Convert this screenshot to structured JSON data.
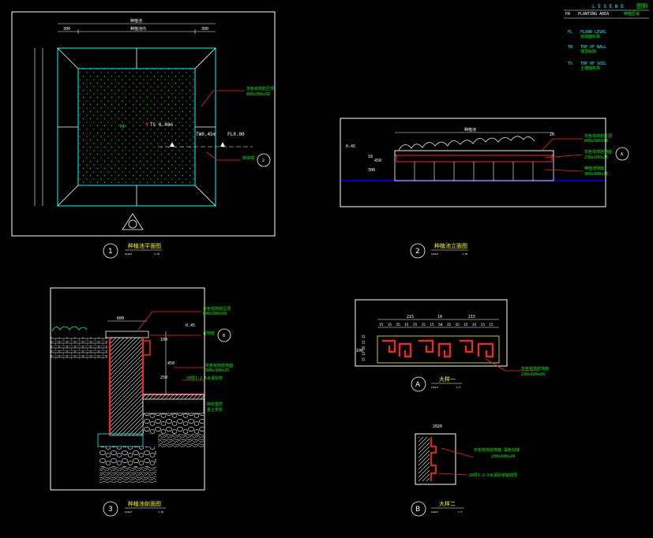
{
  "legend": {
    "title": "L E G E N D",
    "title_cn": "图例",
    "items": [
      {
        "code": "PA",
        "en": "PLANTING AREA",
        "cn": "种植区域"
      },
      {
        "code": "FL",
        "en": "FLOOR LEVEL",
        "cn": "完成面标高"
      },
      {
        "code": "TW",
        "en": "TOP OF WALL",
        "cn": "墙顶标高"
      },
      {
        "code": "TS",
        "en": "TOP OF SOIL",
        "cn": "土壤面标高"
      }
    ]
  },
  "plan": {
    "dims": {
      "total": "种植池",
      "side_left": "300",
      "side_right": "300",
      "inner": "种植池内"
    },
    "pa": "PA",
    "ts": "TS 0.40m",
    "tw": "TW0.45m",
    "fl": "FL0.00",
    "note1": "灰色花岗岩压顶",
    "note1b": "600x300x50",
    "note2": "砌块墙",
    "marker": "2"
  },
  "elev": {
    "top_dim": "种植池",
    "end_dim": "20",
    "lvl": "0.45",
    "h1": "300",
    "h2": "450",
    "h3": "18",
    "note1": "灰色花岗岩压顶",
    "note1b": "600x300x50",
    "note2": "灰色花岗岩饰面",
    "note2b": "230x100x25",
    "note3": "种植池饰面",
    "note3b": "300x300x25",
    "marker": "A"
  },
  "section": {
    "w": "600",
    "lvl": "0.45",
    "h1": "100",
    "h2": "450",
    "h3": "250",
    "note1": "灰色花岗岩压顶",
    "note1b": "600x300x50",
    "note2": "花岗岩",
    "note3": "灰色花岗岩饰面",
    "note3b": "300x300x25",
    "note4": "20厚1:2.5水泥砂浆",
    "note5": "碎石垫层",
    "note6": "素土夯实",
    "marker": "B"
  },
  "detA": {
    "dims": [
      "15",
      "15",
      "35",
      "15",
      "35",
      "15",
      "15",
      "50",
      "15",
      "35",
      "15",
      "35",
      "15",
      "15"
    ],
    "dim_a": "215",
    "dim_b": "10",
    "dim_c": "215",
    "h": "100",
    "hs": "15  15 25 15 15",
    "note": "灰色花岗岩饰面",
    "noteb": "230x100x20"
  },
  "detB": {
    "w": "2020",
    "note1": "灰色花岗岩饰面 黑色勾缝",
    "note1b": "230x100x20",
    "note2": "20厚1:2.5水泥砂浆粘结层"
  },
  "captions": [
    {
      "num": "1",
      "title": "种植池平面图",
      "scale_lbl": "SCALE",
      "scale": "1:30"
    },
    {
      "num": "2",
      "title": "种植池立面图",
      "scale_lbl": "SCALE",
      "scale": "1:30"
    },
    {
      "num": "3",
      "title": "种植池剖面图",
      "scale_lbl": "SCALE",
      "scale": "1:10"
    },
    {
      "num": "A",
      "title": "大样一",
      "scale_lbl": "SCALE",
      "scale": "1:5"
    },
    {
      "num": "B",
      "title": "大样二",
      "scale_lbl": "SCALE",
      "scale": "1:5"
    }
  ]
}
